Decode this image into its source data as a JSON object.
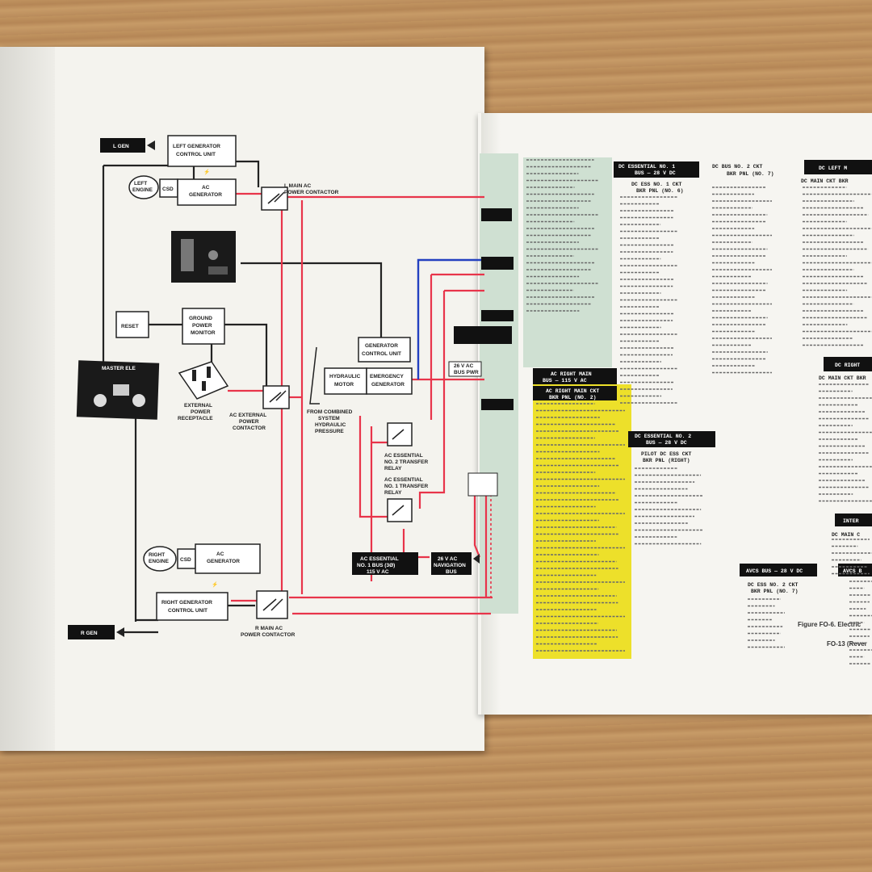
{
  "diagram": {
    "labels": {
      "l_gen": "L GEN",
      "r_gen": "R GEN",
      "left_gen_ctrl": [
        "LEFT GENERATOR",
        "CONTROL UNIT"
      ],
      "right_gen_ctrl": [
        "RIGHT GENERATOR",
        "CONTROL UNIT"
      ],
      "left_engine": [
        "LEFT",
        "ENGINE"
      ],
      "right_engine": [
        "RIGHT",
        "ENGINE"
      ],
      "csd": "CSD",
      "ac_generator": [
        "AC",
        "GENERATOR"
      ],
      "l_main_contactor": [
        "L MAIN AC",
        "POWER CONTACTOR"
      ],
      "r_main_contactor": [
        "R MAIN AC",
        "POWER CONTACTOR"
      ],
      "reset": "RESET",
      "ground_power_monitor": [
        "GROUND",
        "POWER",
        "MONITOR"
      ],
      "master_ele": "MASTER ELE",
      "external_receptacle": [
        "EXTERNAL",
        "POWER",
        "RECEPTACLE"
      ],
      "ac_ext_contactor": [
        "AC EXTERNAL",
        "POWER",
        "CONTACTOR"
      ],
      "gen_control_unit": [
        "GENERATOR",
        "CONTROL UNIT"
      ],
      "hydraulic_motor": [
        "HYDRAULIC",
        "MOTOR"
      ],
      "emergency_generator": [
        "EMERGENCY",
        "GENERATOR"
      ],
      "from_combined": [
        "FROM COMBINED",
        "SYSTEM",
        "HYDRAULIC",
        "PRESSURE"
      ],
      "relay_2": [
        "AC ESSENTIAL",
        "NO. 2 TRANSFER",
        "RELAY"
      ],
      "relay_1": [
        "AC ESSENTIAL",
        "NO. 1 TRANSFER",
        "RELAY"
      ],
      "ac_ess_bus_ph": [
        "AC ESSENTIAL",
        "NO. 1 BUS (3Ø)",
        "115 V AC"
      ],
      "nav_bus": [
        "26 V AC",
        "NAVIGATION",
        "BUS"
      ],
      "bus_26v": [
        "26 V AC",
        "BUS PWR"
      ]
    }
  },
  "panels": {
    "ac_right_main": {
      "title": [
        "AC RIGHT MAIN",
        "BUS — 115 V AC"
      ],
      "subtitle": [
        "AC RIGHT MAIN CKT",
        "BKR PNL (NO. 2)"
      ]
    },
    "dc_ess_1": {
      "title": [
        "DC ESSENTIAL NO. 1",
        "BUS — 28 V DC"
      ],
      "subtitle": [
        "DC ESS NO. 1 CKT",
        "BKR PNL (NO. 6)"
      ]
    },
    "dc_ess_2": {
      "title": [
        "DC ESSENTIAL NO. 2",
        "BUS — 28 V DC"
      ],
      "subtitle": [
        "PILOT DC ESS CKT",
        "BKR PNL (RIGHT)"
      ]
    },
    "dc_bus_2": {
      "title": [
        "DC BUS NO. 2 CKT",
        "BKR PNL (NO. 7)"
      ]
    },
    "dc_left": {
      "title": [
        "DC LEFT M"
      ],
      "subtitle": [
        "DC MAIN CKT BKR"
      ]
    },
    "dc_right": {
      "title": [
        "DC RIGHT"
      ],
      "subtitle": [
        "DC MAIN CKT BKR"
      ]
    },
    "avcs_bus": {
      "title": [
        "AVCS BUS — 28 V DC"
      ],
      "subtitle": [
        "DC ESS NO. 2 CKT",
        "BKR PNL (NO. 7)"
      ]
    },
    "avcs_b": {
      "title": [
        "AVCS B"
      ]
    },
    "inter": {
      "title": [
        "INTER"
      ],
      "subtitle": [
        "DC MAIN C"
      ]
    }
  },
  "caption": {
    "figure": "Figure FO-6. Electric",
    "page": "FO-13 (Rever"
  },
  "colors": {
    "ac_wire": "#e8344a",
    "dc_wire": "#2340c0",
    "highlight_yellow": "#ede02a",
    "highlight_green": "#cfe0d2",
    "label_black": "#111111"
  }
}
